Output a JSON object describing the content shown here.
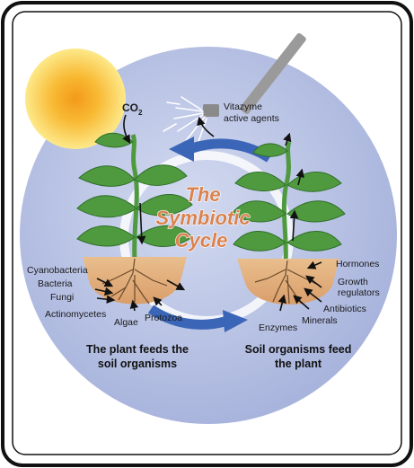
{
  "title_lines": [
    "The",
    "Symbiotic",
    "Cycle"
  ],
  "co2": {
    "main": "CO",
    "sub": "2"
  },
  "sprayer_label": [
    "Vitazyme",
    "active agents"
  ],
  "left_labels": [
    "Cyanobacteria",
    "Bacteria",
    "Fungi",
    "Actinomycetes",
    "Algae",
    "Protozoa"
  ],
  "right_labels": [
    "Hormones",
    "Growth",
    "regulators",
    "Antibiotics",
    "Minerals",
    "Enzymes"
  ],
  "caption_left": [
    "The plant feeds the",
    "soil organisms"
  ],
  "caption_right": [
    "Soil organisms feed",
    "the plant"
  ],
  "colors": {
    "background_disc": "#aab6de",
    "sun": "#f7a21b",
    "sun_glow": "#fde87a",
    "leaf": "#4f9a3f",
    "soil": "#e2b07e",
    "cycle_arrow": "#3b66b8",
    "title": "#d9824f",
    "frame": "#111111"
  }
}
